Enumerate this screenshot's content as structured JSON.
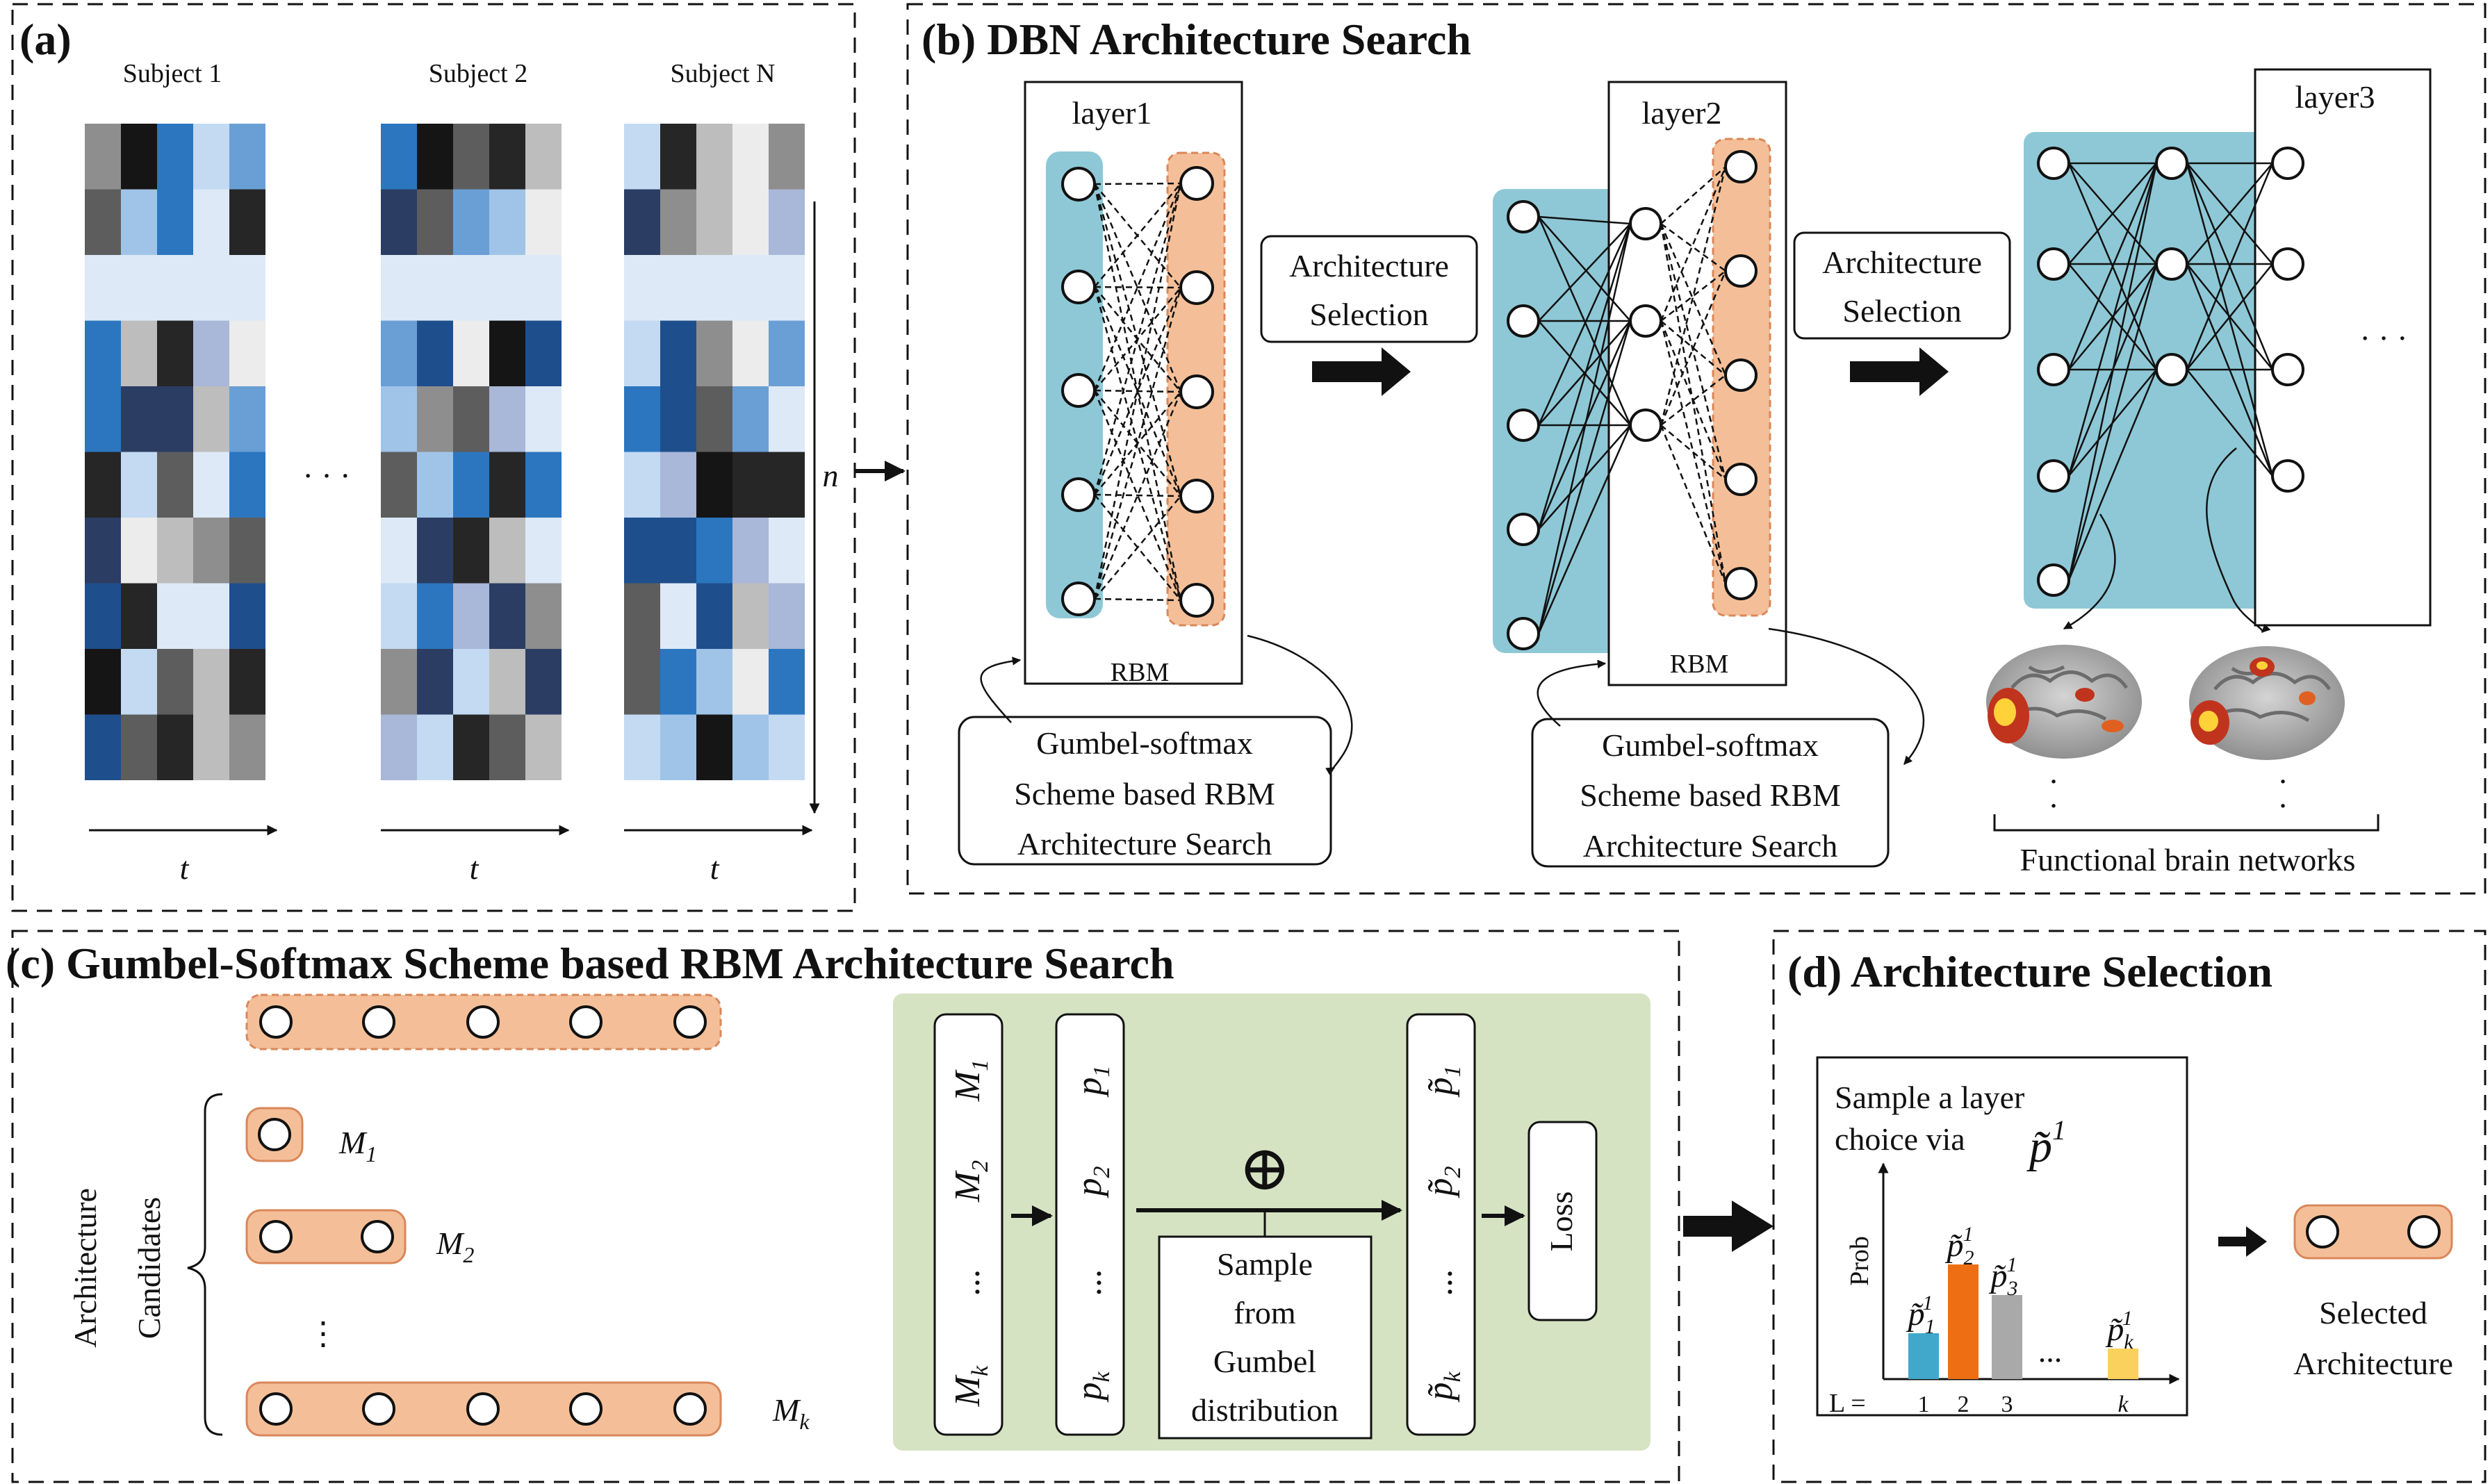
{
  "panel_a": {
    "title": "(a)",
    "subjects": [
      "Subject 1",
      "Subject 2",
      "Subject N"
    ],
    "n_label": "n",
    "t_label": "t",
    "ellipsis": "· · ·"
  },
  "panel_b": {
    "title": "(b) DBN Architecture Search",
    "layers": [
      "layer1",
      "layer2",
      "layer3"
    ],
    "rbm": "RBM",
    "arch_sel": [
      "Architecture",
      "Selection"
    ],
    "search_box": [
      "Gumbel-softmax",
      "Scheme based RBM",
      "Architecture Search"
    ],
    "fbn": "Functional brain networks",
    "dots": "· · ·",
    "vdots": "·"
  },
  "panel_c": {
    "title": "(c) Gumbel-Softmax Scheme based RBM Architecture Search",
    "candidates_label": [
      "Architecture",
      "Candidates"
    ],
    "m_labels": [
      "M",
      "M",
      "M"
    ],
    "m_subs": [
      "1",
      "2",
      "k"
    ],
    "col_m": [
      "M",
      "M",
      "...",
      "M"
    ],
    "col_m_subs": [
      "1",
      "2",
      "",
      "k"
    ],
    "col_p": [
      "p",
      "p",
      "...",
      "p"
    ],
    "col_p_subs": [
      "1",
      "2",
      "",
      "k"
    ],
    "col_pt": [
      "p̃",
      "p̃",
      "...",
      "p̃"
    ],
    "col_pt_subs": [
      "1",
      "2",
      "",
      "k"
    ],
    "oplus": "⊕",
    "sample_box": [
      "Sample",
      "from",
      "Gumbel",
      "distribution"
    ],
    "loss": "Loss"
  },
  "panel_d": {
    "title": "(d) Architecture Selection",
    "sample_text": [
      "Sample a layer",
      "choice via"
    ],
    "p_tilde": "p̃",
    "p_sup": "1",
    "ylabel": "Prob",
    "L_prefix": "L =",
    "bar_labels": [
      "p̃",
      "p̃",
      "p̃",
      "p̃"
    ],
    "bar_subs": [
      "1",
      "2",
      "3",
      "k"
    ],
    "bar_sup": "1",
    "ticks": [
      "1",
      "2",
      "3",
      "k"
    ],
    "ellipsis": "...",
    "selected": [
      "Selected",
      "Architecture"
    ]
  },
  "colors": {
    "blue_panel": "#8ec8d6",
    "orange": "#f4bf98",
    "orange_stroke": "#d9875a",
    "green": "#d6e3c2",
    "bar_blue": "#41a8cc",
    "bar_orange": "#ee6f13",
    "bar_gray": "#a9a9a9",
    "bar_yellow": "#fbd15e"
  },
  "chart_data": {
    "type": "bar",
    "categories": [
      "1",
      "2",
      "3",
      "k"
    ],
    "values": [
      0.3,
      0.75,
      0.55,
      0.2
    ],
    "xlabel": "L",
    "ylabel": "Prob"
  }
}
